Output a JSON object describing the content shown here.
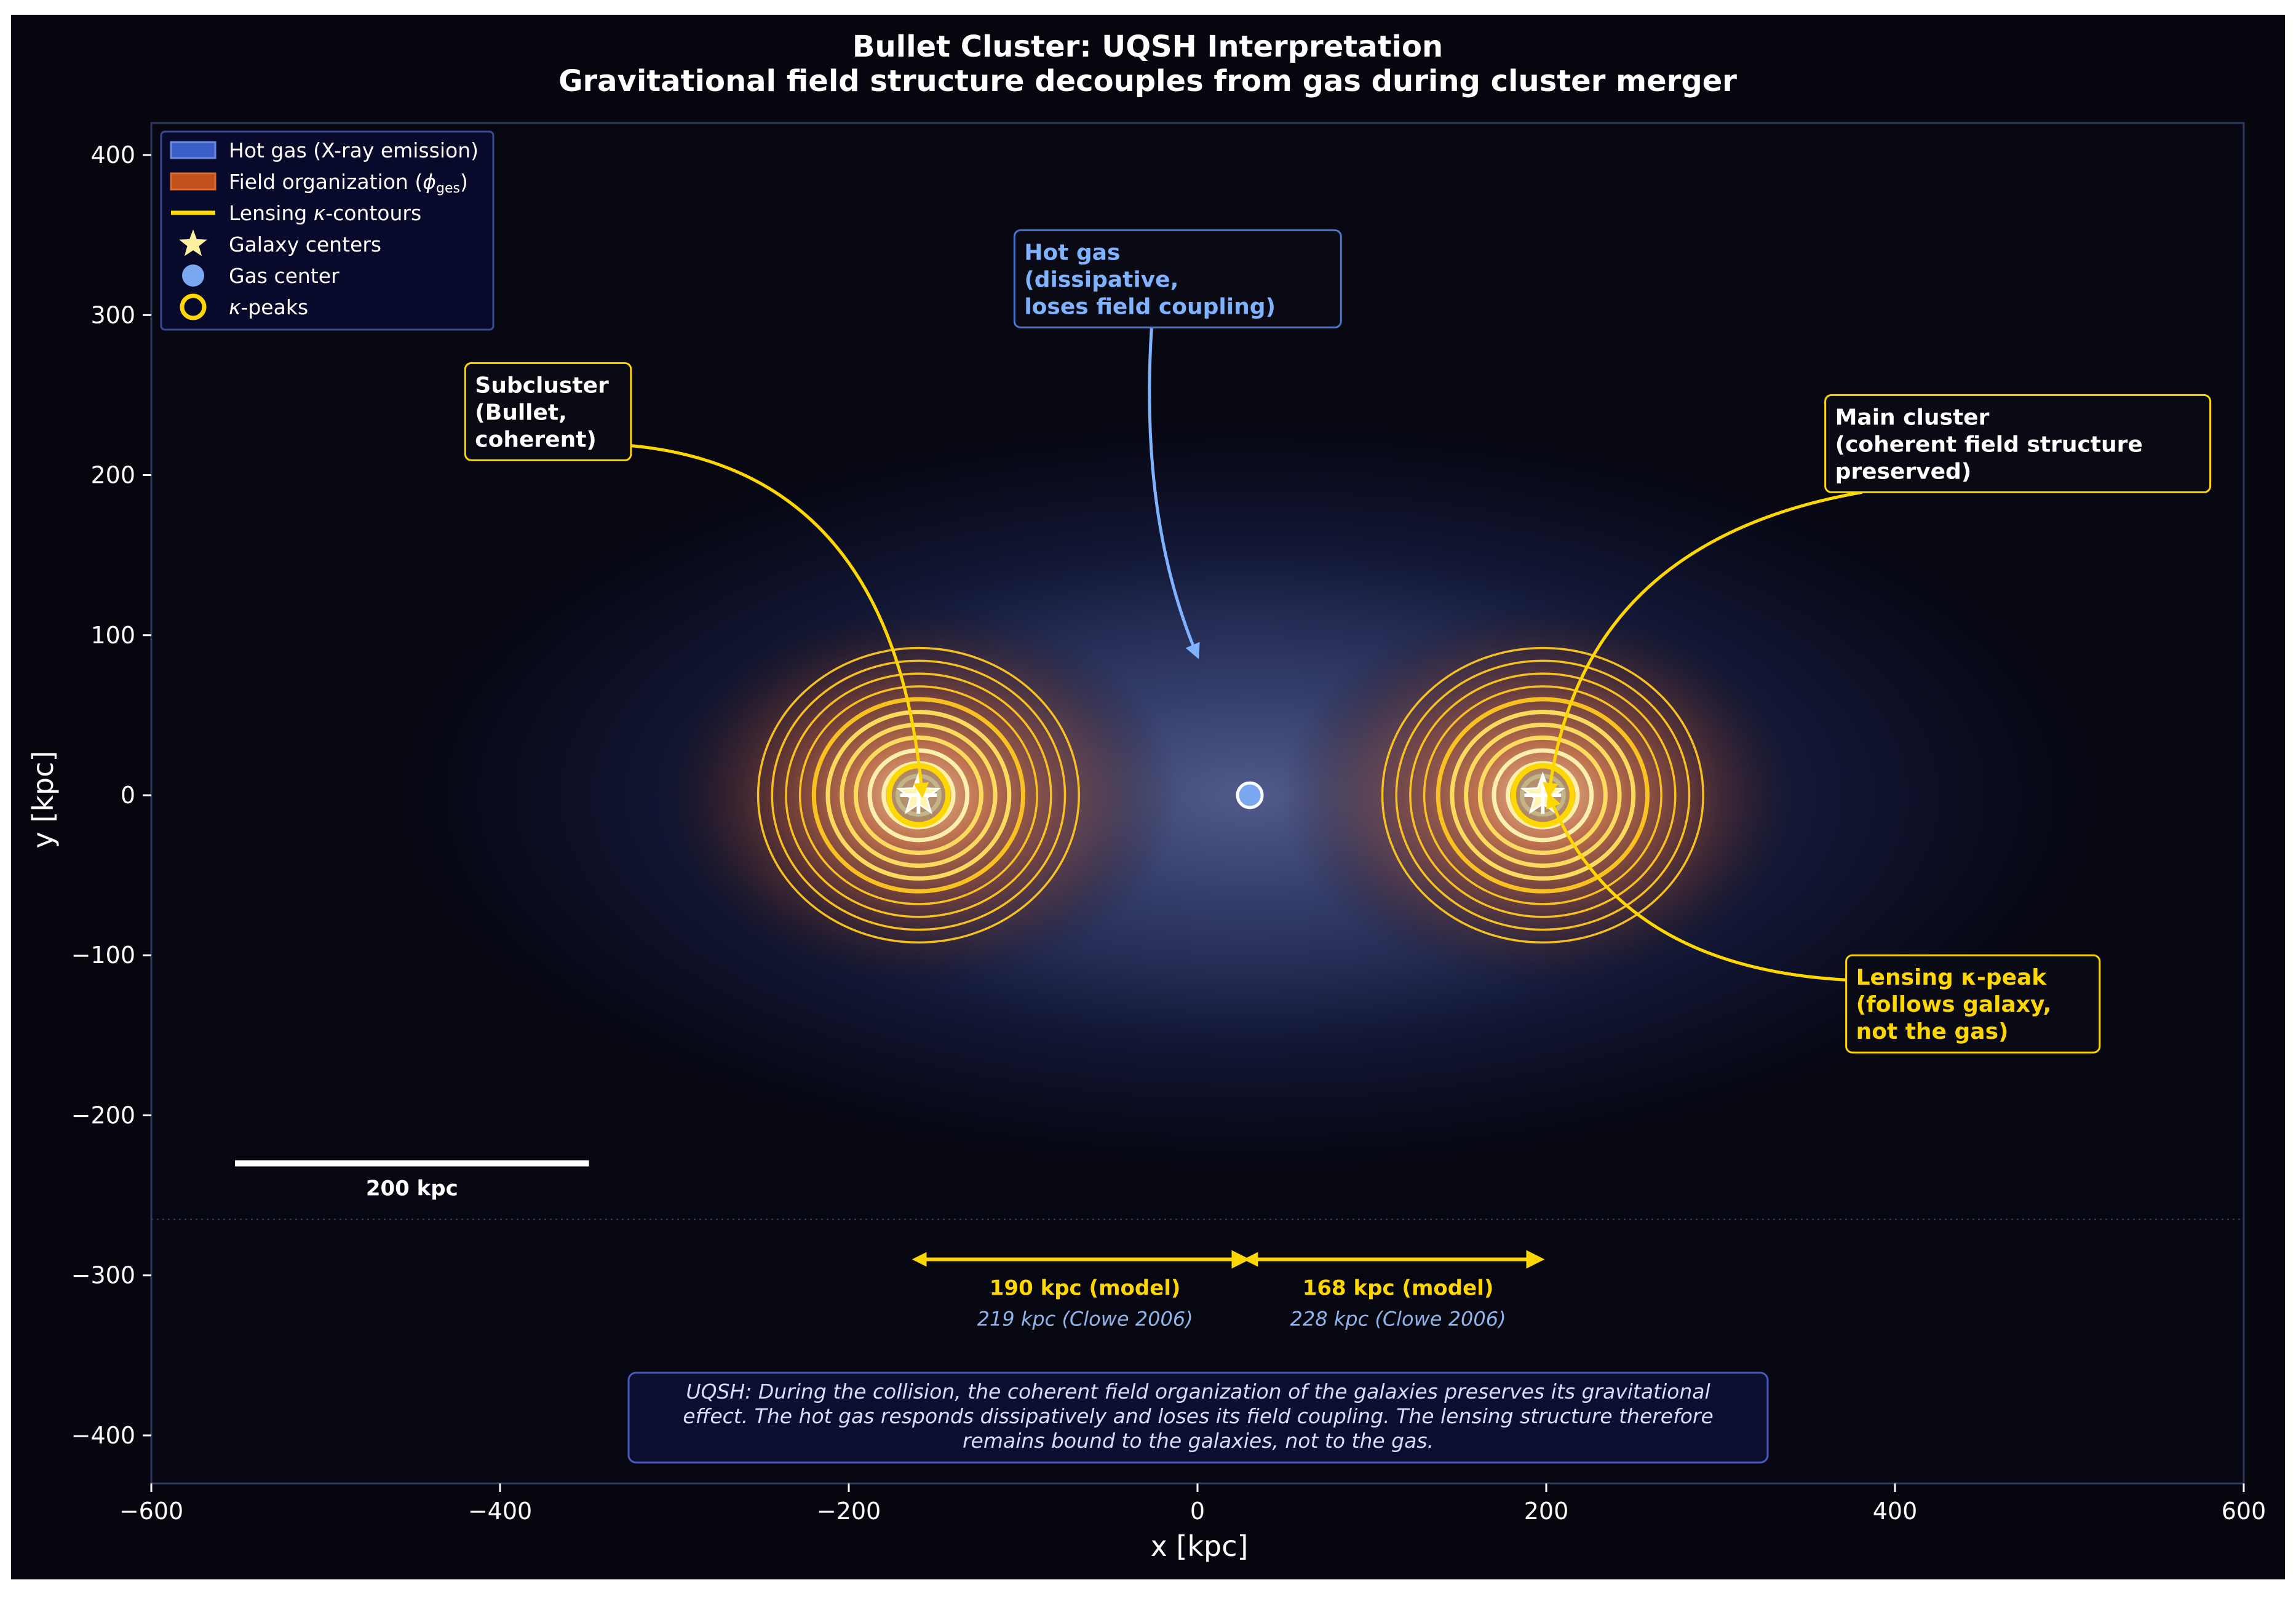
{
  "chart_data": {
    "type": "scatter",
    "title": "Bullet Cluster: UQSH Interpretation",
    "subtitle": "Gravitational field structure decouples from gas during cluster merger",
    "xlabel": "x [kpc]",
    "ylabel": "y [kpc]",
    "xlim": [
      -600,
      600
    ],
    "ylim": [
      -430,
      420
    ],
    "x_ticks": [
      -600,
      -400,
      -200,
      0,
      200,
      400,
      600
    ],
    "y_ticks": [
      -400,
      -300,
      -200,
      -100,
      0,
      100,
      200,
      300,
      400
    ],
    "x_tick_labels": [
      "−600",
      "−400",
      "−200",
      "0",
      "200",
      "400",
      "600"
    ],
    "y_tick_labels": [
      "−400",
      "−300",
      "−200",
      "−100",
      "0",
      "100",
      "200",
      "300",
      "400"
    ],
    "grid": false,
    "legend_position": "top-left",
    "legend": [
      {
        "label": "Hot gas (X-ray emission)",
        "marker": "patch",
        "color": "#3a5fc8"
      },
      {
        "label": "Field organization (",
        "label_symbol": "ϕ",
        "label_sub": "ges",
        "label_tail": ")",
        "marker": "patch",
        "color": "#c0501c"
      },
      {
        "label": "Lensing ",
        "label_symbol": "κ",
        "label_tail": "-contours",
        "marker": "line",
        "color": "#ffd700"
      },
      {
        "label": "Galaxy centers",
        "marker": "star",
        "color": "#fff0a0"
      },
      {
        "label": "Gas center",
        "marker": "circle",
        "color": "#7aa8f0"
      },
      {
        "label": "",
        "label_symbol": "κ",
        "label_tail": "-peaks",
        "marker": "ring",
        "color": "#ffd700"
      }
    ],
    "galaxy_centers": [
      {
        "x": -160,
        "y": 0
      },
      {
        "x": 198,
        "y": 0
      }
    ],
    "gas_center": {
      "x": 30,
      "y": 0
    },
    "kappa_peaks": [
      {
        "x": -160,
        "y": 0
      },
      {
        "x": 198,
        "y": 0
      }
    ],
    "kappa_contour_radii_kpc": [
      12,
      20,
      28,
      36,
      44,
      52,
      60,
      68,
      76,
      84,
      92
    ],
    "annotations": [
      {
        "lines": [
          "Hot gas",
          "(dissipative,",
          "loses field coupling)"
        ],
        "text_color": "#7fb3ff",
        "border_color": "#4a78d0",
        "box_x": -105,
        "box_y": 353,
        "arrow_to": {
          "x": 0,
          "y": 83
        },
        "arrow_color": "#7fb3ff"
      },
      {
        "lines": [
          "Subcluster",
          "(Bullet,",
          "coherent)"
        ],
        "text_color": "#ffffff",
        "border_color": "#ffd700",
        "box_x": -420,
        "box_y": 270,
        "arrow_to": {
          "x": -160,
          "y": 0
        },
        "arrow_color": "#ffd700"
      },
      {
        "lines": [
          "Main cluster",
          "(coherent field structure",
          "preserved)"
        ],
        "text_color": "#ffffff",
        "border_color": "#ffd700",
        "box_x": 360,
        "box_y": 250,
        "arrow_to": {
          "x": 198,
          "y": 0
        },
        "arrow_color": "#ffd700"
      },
      {
        "lines": [
          "Lensing κ-peak",
          "(follows galaxy,",
          "not the gas)"
        ],
        "text_color": "#ffd700",
        "border_color": "#ffd700",
        "box_x": 372,
        "box_y": -100,
        "arrow_to": {
          "x": 198,
          "y": 0
        },
        "arrow_color": "#ffd700"
      }
    ],
    "scale_bar": {
      "x_start": -552,
      "x_end": -349,
      "y": -230,
      "label": "200 kpc"
    },
    "separation_boundary_y": -265,
    "separations": [
      {
        "x_start": -157,
        "x_end": 28,
        "y": -290,
        "label": "190 kpc (model)",
        "sublabel": "219 kpc (Clowe 2006)"
      },
      {
        "x_start": 33,
        "x_end": 197,
        "y": -290,
        "label": "168 kpc (model)",
        "sublabel": "228 kpc (Clowe 2006)"
      }
    ],
    "note": {
      "lines": [
        "UQSH: During the collision, the coherent field organization of the galaxies preserves its gravitational",
        "effect. The hot gas responds dissipatively and loses its field coupling. The lensing structure therefore",
        "remains bound to the galaxies, not to the gas."
      ]
    }
  }
}
